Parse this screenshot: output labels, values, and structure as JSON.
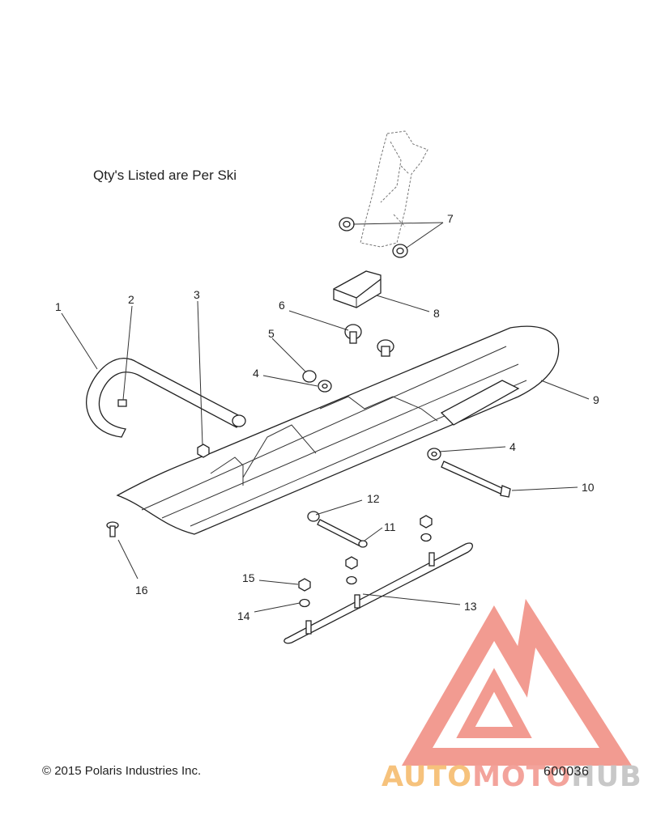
{
  "note": "Qty's Listed are Per Ski",
  "copyright": "© 2015 Polaris Industries Inc.",
  "figure_number": "600036",
  "watermark": {
    "part1": "AUTO",
    "part2": "MOTO",
    "part3": "HUB"
  },
  "callouts": {
    "c1": "1",
    "c2": "2",
    "c3": "3",
    "c4a": "4",
    "c4b": "4",
    "c5": "5",
    "c6": "6",
    "c7": "7",
    "c8": "8",
    "c9": "9",
    "c10": "10",
    "c11": "11",
    "c12": "12",
    "c13": "13",
    "c14": "14",
    "c15": "15",
    "c16": "16"
  },
  "colors": {
    "watermark_red": "#f08a7e",
    "watermark_orange": "#f6c27c",
    "watermark_gray": "#c8c8c8"
  }
}
